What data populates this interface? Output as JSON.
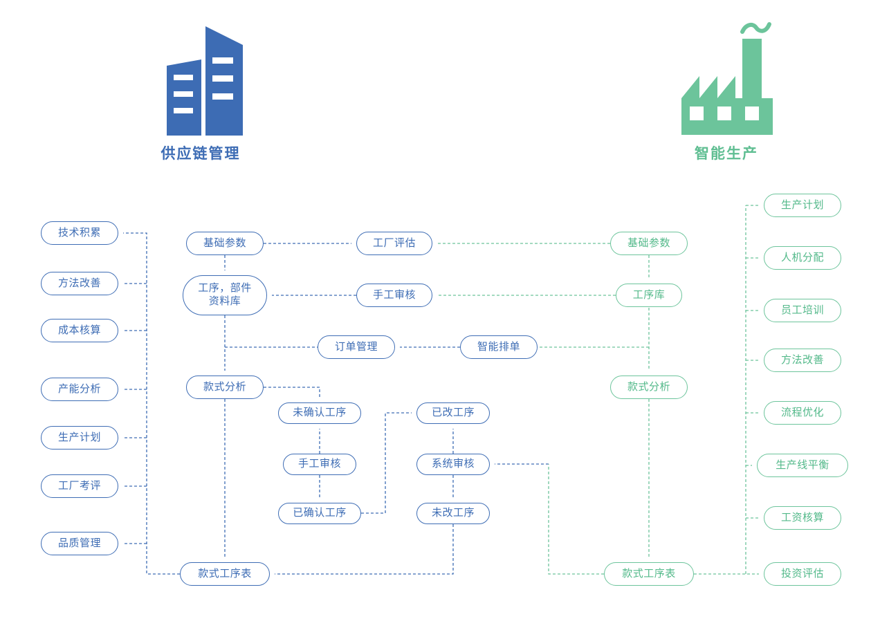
{
  "page": {
    "title_left": "供应链管理",
    "title_right": "智能生产"
  },
  "colors": {
    "blue": "#3D6CB4",
    "green": "#6CC49B",
    "background": "#FFFFFF"
  },
  "icons": {
    "left": "building-icon",
    "right": "factory-icon"
  },
  "left_pills": [
    "技术积累",
    "方法改善",
    "成本核算",
    "产能分析",
    "生产计划",
    "工厂考评",
    "品质管理"
  ],
  "right_pills": [
    "生产计划",
    "人机分配",
    "员工培训",
    "方法改善",
    "流程优化",
    "生产线平衡",
    "工资核算",
    "投资评估"
  ],
  "blue_nodes": {
    "base_params": "基础参数",
    "process_parts_db": "工序，部件\n资料库",
    "factory_assessment": "工厂评估",
    "manual_review_top": "手工审核",
    "order_management": "订单管理",
    "smart_scheduling": "智能排单",
    "style_analysis": "款式分析",
    "unconfirmed_process": "未确认工序",
    "changed_process": "已改工序",
    "manual_review_mid": "手工审核",
    "system_review": "系统审核",
    "confirmed_process": "已确认工序",
    "unchanged_process": "未改工序",
    "style_process_sheet": "款式工序表"
  },
  "green_nodes": {
    "base_params": "基础参数",
    "process_library": "工序库",
    "style_analysis": "款式分析",
    "style_process_sheet": "款式工序表"
  },
  "connections": [
    "blue.base_params -> blue.factory_assessment",
    "blue.base_params -> blue.process_parts_db",
    "blue.manual_review_top -> blue.process_parts_db",
    "blue.process_parts_db -> blue.style_analysis",
    "blue.style_analysis -> blue.style_process_sheet",
    "blue.style_analysis -> blue.unconfirmed_process",
    "blue.smart_scheduling -> blue.order_management",
    "blue.manual_review_mid -> blue.unconfirmed_process",
    "blue.manual_review_mid -> blue.confirmed_process",
    "blue.system_review -> blue.changed_process",
    "blue.system_review -> blue.unchanged_process",
    "blue.confirmed_process -> blue.changed_process",
    "blue.unchanged_process -> blue.style_process_sheet",
    "blue.style_process_sheet -> left_pills(all)",
    "green.base_params -> blue.factory_assessment",
    "green.base_params -> green.process_library",
    "green.process_library -> blue.manual_review_top",
    "green.process_library -> green.style_analysis",
    "green.style_analysis -> green.style_process_sheet",
    "green.style_process_sheet -> blue.system_review",
    "green.style_process_sheet -> right_pills(all)"
  ]
}
